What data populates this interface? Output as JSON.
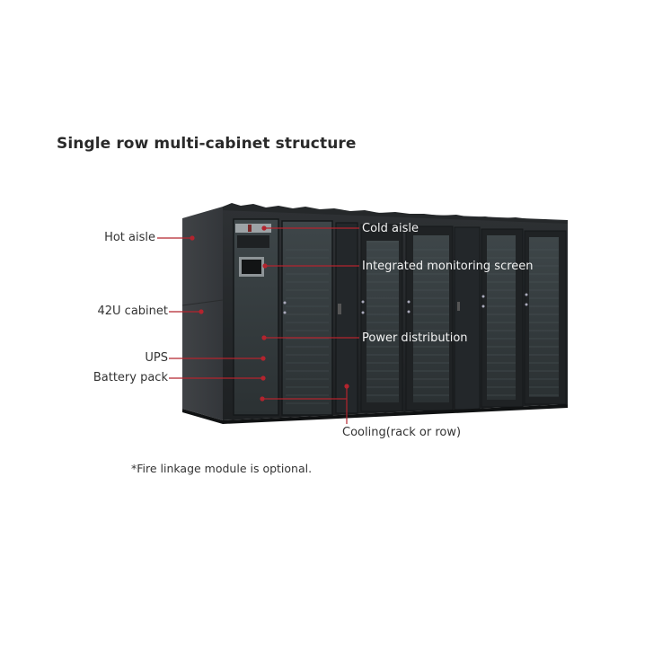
{
  "diagram": {
    "title": "Single row multi-cabinet structure",
    "subject": "Row of black server cabinets (micro-modular data center)",
    "left_labels": [
      {
        "id": "hot-aisle",
        "text": "Hot aisle"
      },
      {
        "id": "42u-cabinet",
        "text": "42U cabinet"
      },
      {
        "id": "ups",
        "text": "UPS"
      },
      {
        "id": "battery-pack",
        "text": "Battery pack"
      }
    ],
    "right_labels": [
      {
        "id": "cold-aisle",
        "text": "Cold aisle"
      },
      {
        "id": "monitoring-screen",
        "text": "Integrated monitoring screen"
      },
      {
        "id": "power-distribution",
        "text": "Power distribution"
      }
    ],
    "bottom_labels": [
      {
        "id": "cooling",
        "text": "Cooling(rack or row)"
      }
    ],
    "footnote": "*Fire linkage module is optional.",
    "colors": {
      "leader_line": "#b3242e",
      "cabinet_body": "#2c2f31",
      "cabinet_side": "#3a3d40",
      "door_glass": "#3b4346",
      "text": "#333333"
    }
  }
}
